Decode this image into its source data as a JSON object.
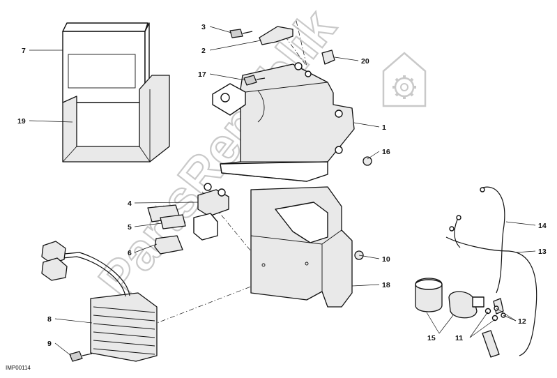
{
  "diagram": {
    "ref_code": "IMP00114",
    "watermark_text": "PartsRepublik",
    "callouts": {
      "c1": "1",
      "c2": "2",
      "c3": "3",
      "c4": "4",
      "c5": "5",
      "c6": "6",
      "c7": "7",
      "c8": "8",
      "c9": "9",
      "c10": "10",
      "c11": "11",
      "c12": "12",
      "c13": "13",
      "c14": "14",
      "c15": "15",
      "c16": "16",
      "c17": "17",
      "c18": "18",
      "c19": "19",
      "c20": "20"
    },
    "icons": [
      "gear-icon"
    ]
  }
}
